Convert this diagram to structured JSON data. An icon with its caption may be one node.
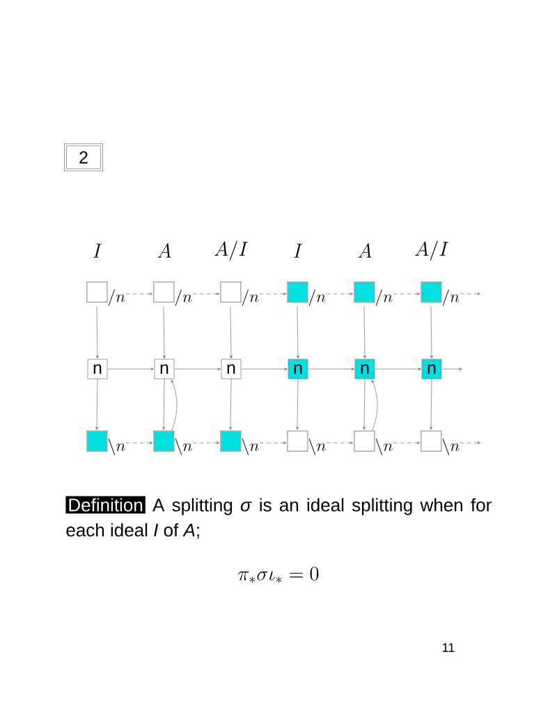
{
  "diagram": {
    "nodes": [
      {
        "text": [
          "/n"
        ]
      },
      {
        "text": [
          "/n"
        ]
      },
      {
        "text": [
          "/n"
        ]
      },
      {
        "text": [
          "/n"
        ]
      },
      {
        "text": [
          "/n"
        ]
      },
      {
        "text": [
          "/n"
        ]
      },
      {
        "text": [
          "n"
        ]
      },
      {
        "text": [
          "n"
        ]
      },
      {
        "text": [
          "n"
        ]
      },
      {
        "text": [
          "n"
        ]
      },
      {
        "text": [
          "n"
        ]
      },
      {
        "text": [
          "n"
        ]
      },
      {
        "text": [
          "\\backslash n"
        ]
      },
      {
        "text": [
          "\\backslash n"
        ]
      },
      {
        "text": [
          "\\backslash n"
        ]
      },
      {
        "text": [
          "\\backslash n"
        ]
      },
      {
        "text": [
          "\\backslash n"
        ]
      },
      {
        "text": [
          "\\backslash n"
        ]
      }
    ],
    "edges": [
      {
        "from": 0,
        "to": 1,
        "arrow": "to",
        "style": "dashed"
      },
      {
        "from": 1,
        "to": 2,
        "arrow": "to",
        "style": "dashed"
      },
      {
        "from": 2,
        "to": 3,
        "arrow": "to",
        "style": "dashed"
      },
      {
        "from": 3,
        "to": 4,
        "arrow": "to",
        "style": "dashed"
      },
      {
        "from": 4,
        "to": 5,
        "arrow": "to",
        "style": "dashed"
      },
      {
        "from": 5,
        "to": null,
        "arrow": "to",
        "style": "dashed"
      },
      {
        "from": 0,
        "to": 6,
        "arrow": "to"
      },
      {
        "from": 1,
        "to": 7,
        "arrow": "to"
      },
      {
        "from": 2,
        "to": 8,
        "arrow": "to"
      },
      {
        "from": 3,
        "to": 9,
        "arrow": "to"
      },
      {
        "from": 4,
        "to": 10,
        "arrow": "to"
      },
      {
        "from": 5,
        "to": 11,
        "arrow": "to"
      },
      {
        "from": 6,
        "to": 7,
        "arrow": "to"
      },
      {
        "from": 7,
        "to": 8,
        "arrow": "to"
      },
      {
        "from": 8,
        "to": 9,
        "arrow": "to"
      },
      {
        "from": 9,
        "to": 10,
        "arrow": "to"
      },
      {
        "from": 10,
        "to": 11,
        "arrow": "to"
      },
      {
        "from": 11,
        "to": null,
        "arrow": "to"
      },
      {
        "from": 6,
        "to": 12,
        "arrow": "to"
      },
      {
        "from": 7,
        "to": 13,
        "arrow": "to"
      },
      {
        "from": 8,
        "to": 14,
        "arrow": "to"
      },
      {
        "from": 9,
        "to": 15,
        "arrow": "to"
      },
      {
        "from": 10,
        "to": 16,
        "arrow": "to"
      },
      {
        "from": 11,
        "to": 17,
        "arrow": "to"
      },
      {
        "from": 12,
        "to": 13,
        "arrow": "to",
        "style": "dashed"
      },
      {
        "from": 13,
        "to": 14,
        "arrow": "to",
        "style": "dashed"
      },
      {
        "from": 14,
        "to": 15,
        "arrow": "to",
        "style": "dashed"
      },
      {
        "from": 15,
        "to": 16,
        "arrow": "to",
        "style": "dashed"
      },
      {
        "from": 16,
        "to": 17,
        "arrow": "to",
        "style": "dashed"
      },
      {
        "from": 17,
        "to": null,
        "arrow": "to",
        "style": "dashed"
      },
      {
        "from": 13,
        "to": 7,
        "arrow": "to"
      },
      {
        "from": 16,
        "to": 10,
        "arrow": "to"
      }
    ],
    "labels": [
      "2",
      "I",
      "A",
      "A/I",
      "I",
      "A",
      "A/I",
      "Definition",
      "A splitting *σ* is an ideal splitting when for each ideal *I* of *A*;",
      "\\pi_*\\sigma\\iota_* = 0",
      "11"
    ]
  }
}
